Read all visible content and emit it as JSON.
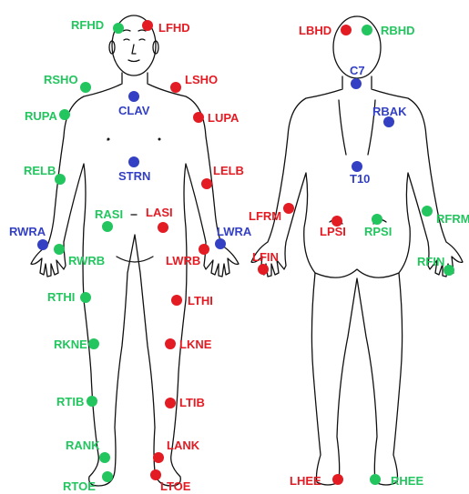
{
  "colors": {
    "left": "#e31b23",
    "right": "#22c55e",
    "center": "#3340c4",
    "outline": "#111111"
  },
  "front_markers": [
    {
      "label": "RFHD",
      "side": "right"
    },
    {
      "label": "LFHD",
      "side": "left"
    },
    {
      "label": "RSHO",
      "side": "right"
    },
    {
      "label": "LSHO",
      "side": "left"
    },
    {
      "label": "CLAV",
      "side": "center"
    },
    {
      "label": "RUPA",
      "side": "right"
    },
    {
      "label": "LUPA",
      "side": "left"
    },
    {
      "label": "STRN",
      "side": "center"
    },
    {
      "label": "RELB",
      "side": "right"
    },
    {
      "label": "LELB",
      "side": "left"
    },
    {
      "label": "RASI",
      "side": "right"
    },
    {
      "label": "LASI",
      "side": "left"
    },
    {
      "label": "RWRA",
      "side": "center"
    },
    {
      "label": "LWRA",
      "side": "center"
    },
    {
      "label": "RWRB",
      "side": "right"
    },
    {
      "label": "LWRB",
      "side": "left"
    },
    {
      "label": "RTHI",
      "side": "right"
    },
    {
      "label": "LTHI",
      "side": "left"
    },
    {
      "label": "RKNE",
      "side": "right"
    },
    {
      "label": "LKNE",
      "side": "left"
    },
    {
      "label": "RTIB",
      "side": "right"
    },
    {
      "label": "LTIB",
      "side": "left"
    },
    {
      "label": "RANK",
      "side": "right"
    },
    {
      "label": "LANK",
      "side": "left"
    },
    {
      "label": "RTOE",
      "side": "right"
    },
    {
      "label": "LTOE",
      "side": "left"
    }
  ],
  "back_markers": [
    {
      "label": "LBHD",
      "side": "left"
    },
    {
      "label": "RBHD",
      "side": "right"
    },
    {
      "label": "C7",
      "side": "center"
    },
    {
      "label": "RBAK",
      "side": "center"
    },
    {
      "label": "T10",
      "side": "center"
    },
    {
      "label": "LFRM",
      "side": "left"
    },
    {
      "label": "RFRM",
      "side": "right"
    },
    {
      "label": "LPSI",
      "side": "left"
    },
    {
      "label": "RPSI",
      "side": "right"
    },
    {
      "label": "LFIN",
      "side": "left"
    },
    {
      "label": "RFIN",
      "side": "right"
    },
    {
      "label": "LHEE",
      "side": "left"
    },
    {
      "label": "RHEE",
      "side": "right"
    }
  ]
}
